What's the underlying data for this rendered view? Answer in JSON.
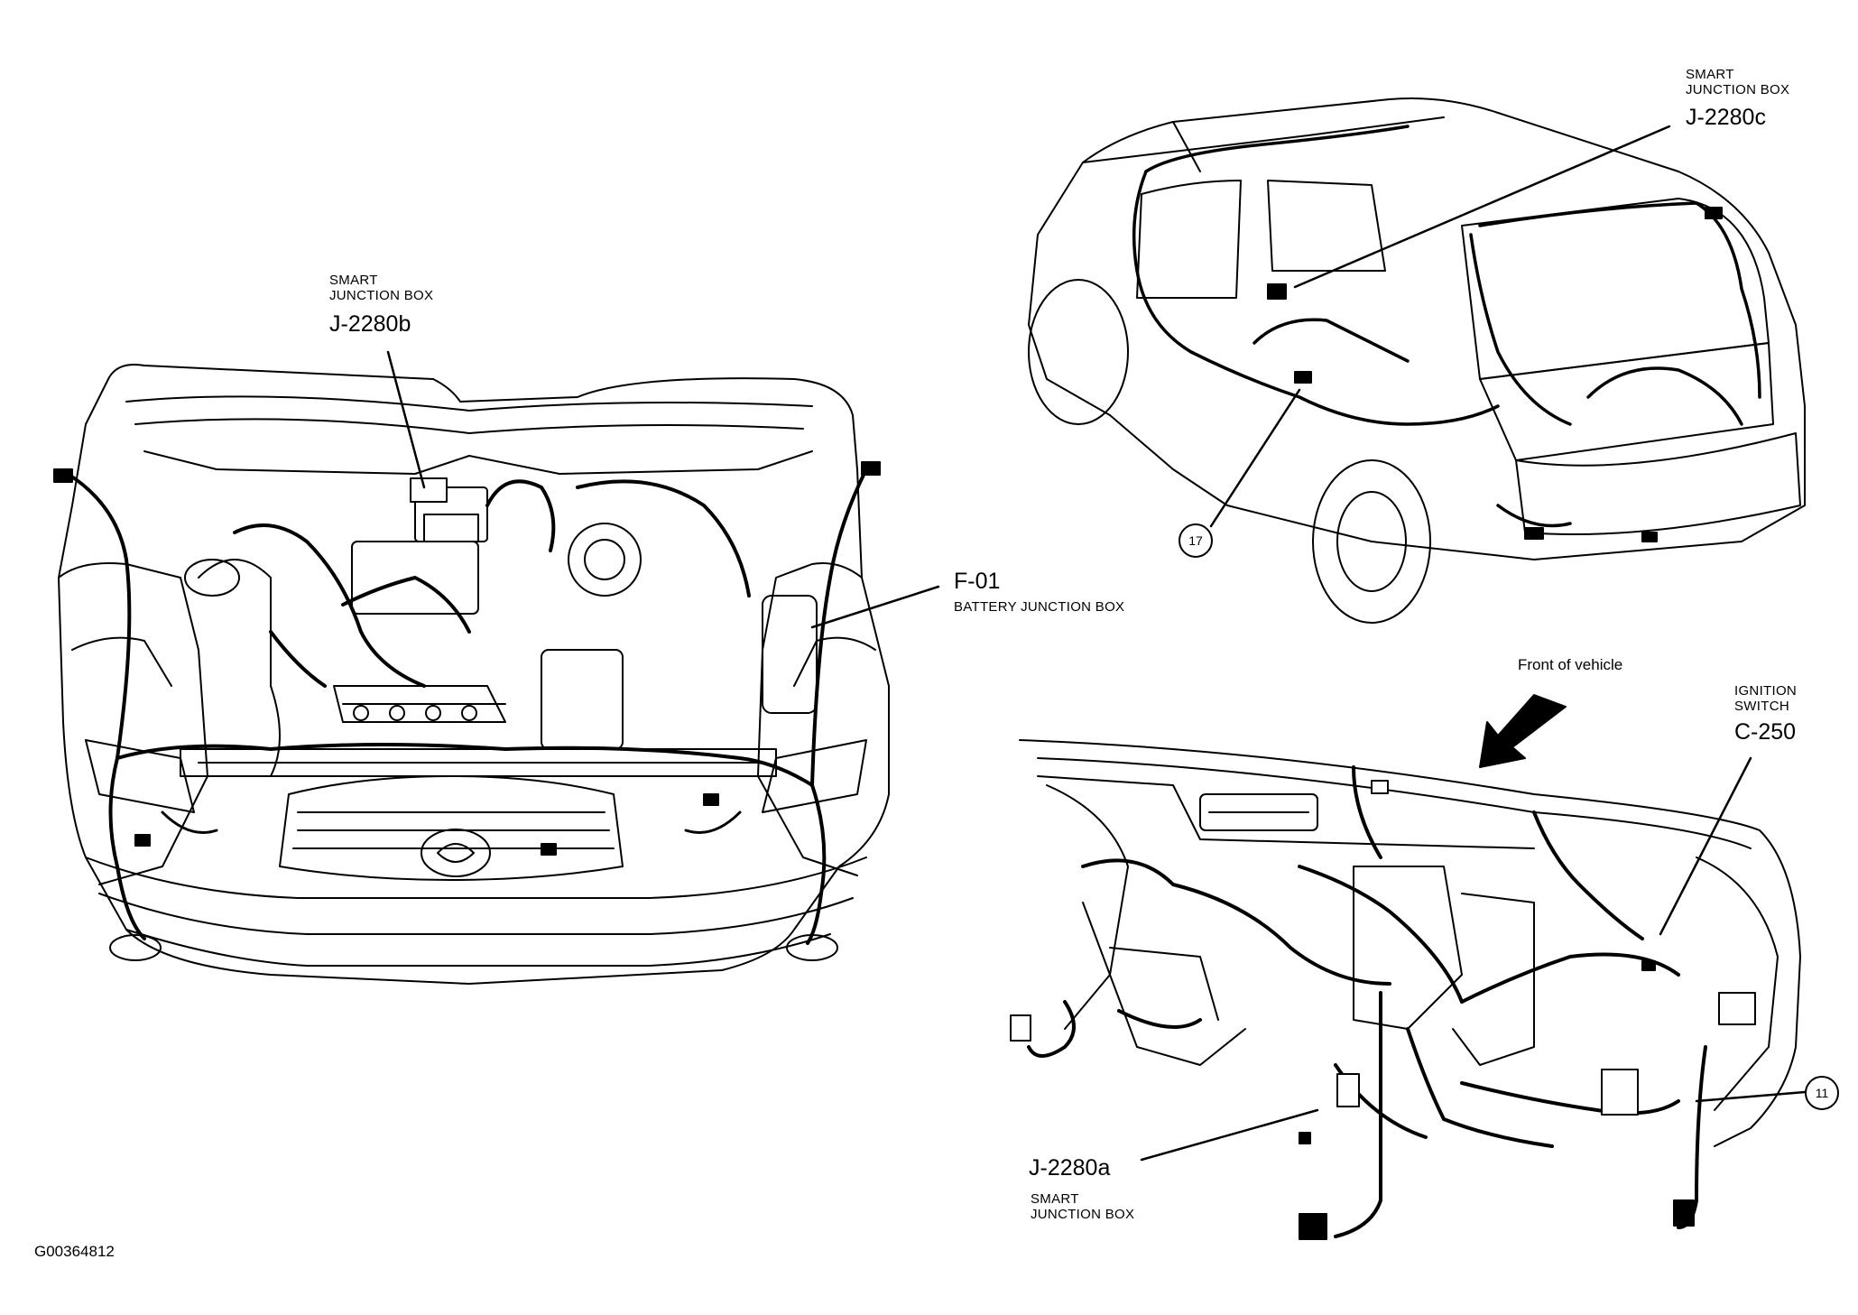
{
  "labels": {
    "sjb_b_title_1": "SMART",
    "sjb_b_title_2": "JUNCTION BOX",
    "sjb_b_code": "J-2280b",
    "battery_code": "F-01",
    "battery_title": "BATTERY JUNCTION BOX",
    "sjb_c_title_1": "SMART",
    "sjb_c_title_2": "JUNCTION BOX",
    "sjb_c_code": "J-2280c",
    "front_of_vehicle": "Front of vehicle",
    "ignition_title_1": "IGNITION",
    "ignition_title_2": "SWITCH",
    "ignition_code": "C-250",
    "sjb_a_code": "J-2280a",
    "sjb_a_title_1": "SMART",
    "sjb_a_title_2": "JUNCTION BOX",
    "figure_id": "G00364812"
  },
  "callouts": {
    "rear_callout": "17",
    "dash_callout": "11"
  }
}
